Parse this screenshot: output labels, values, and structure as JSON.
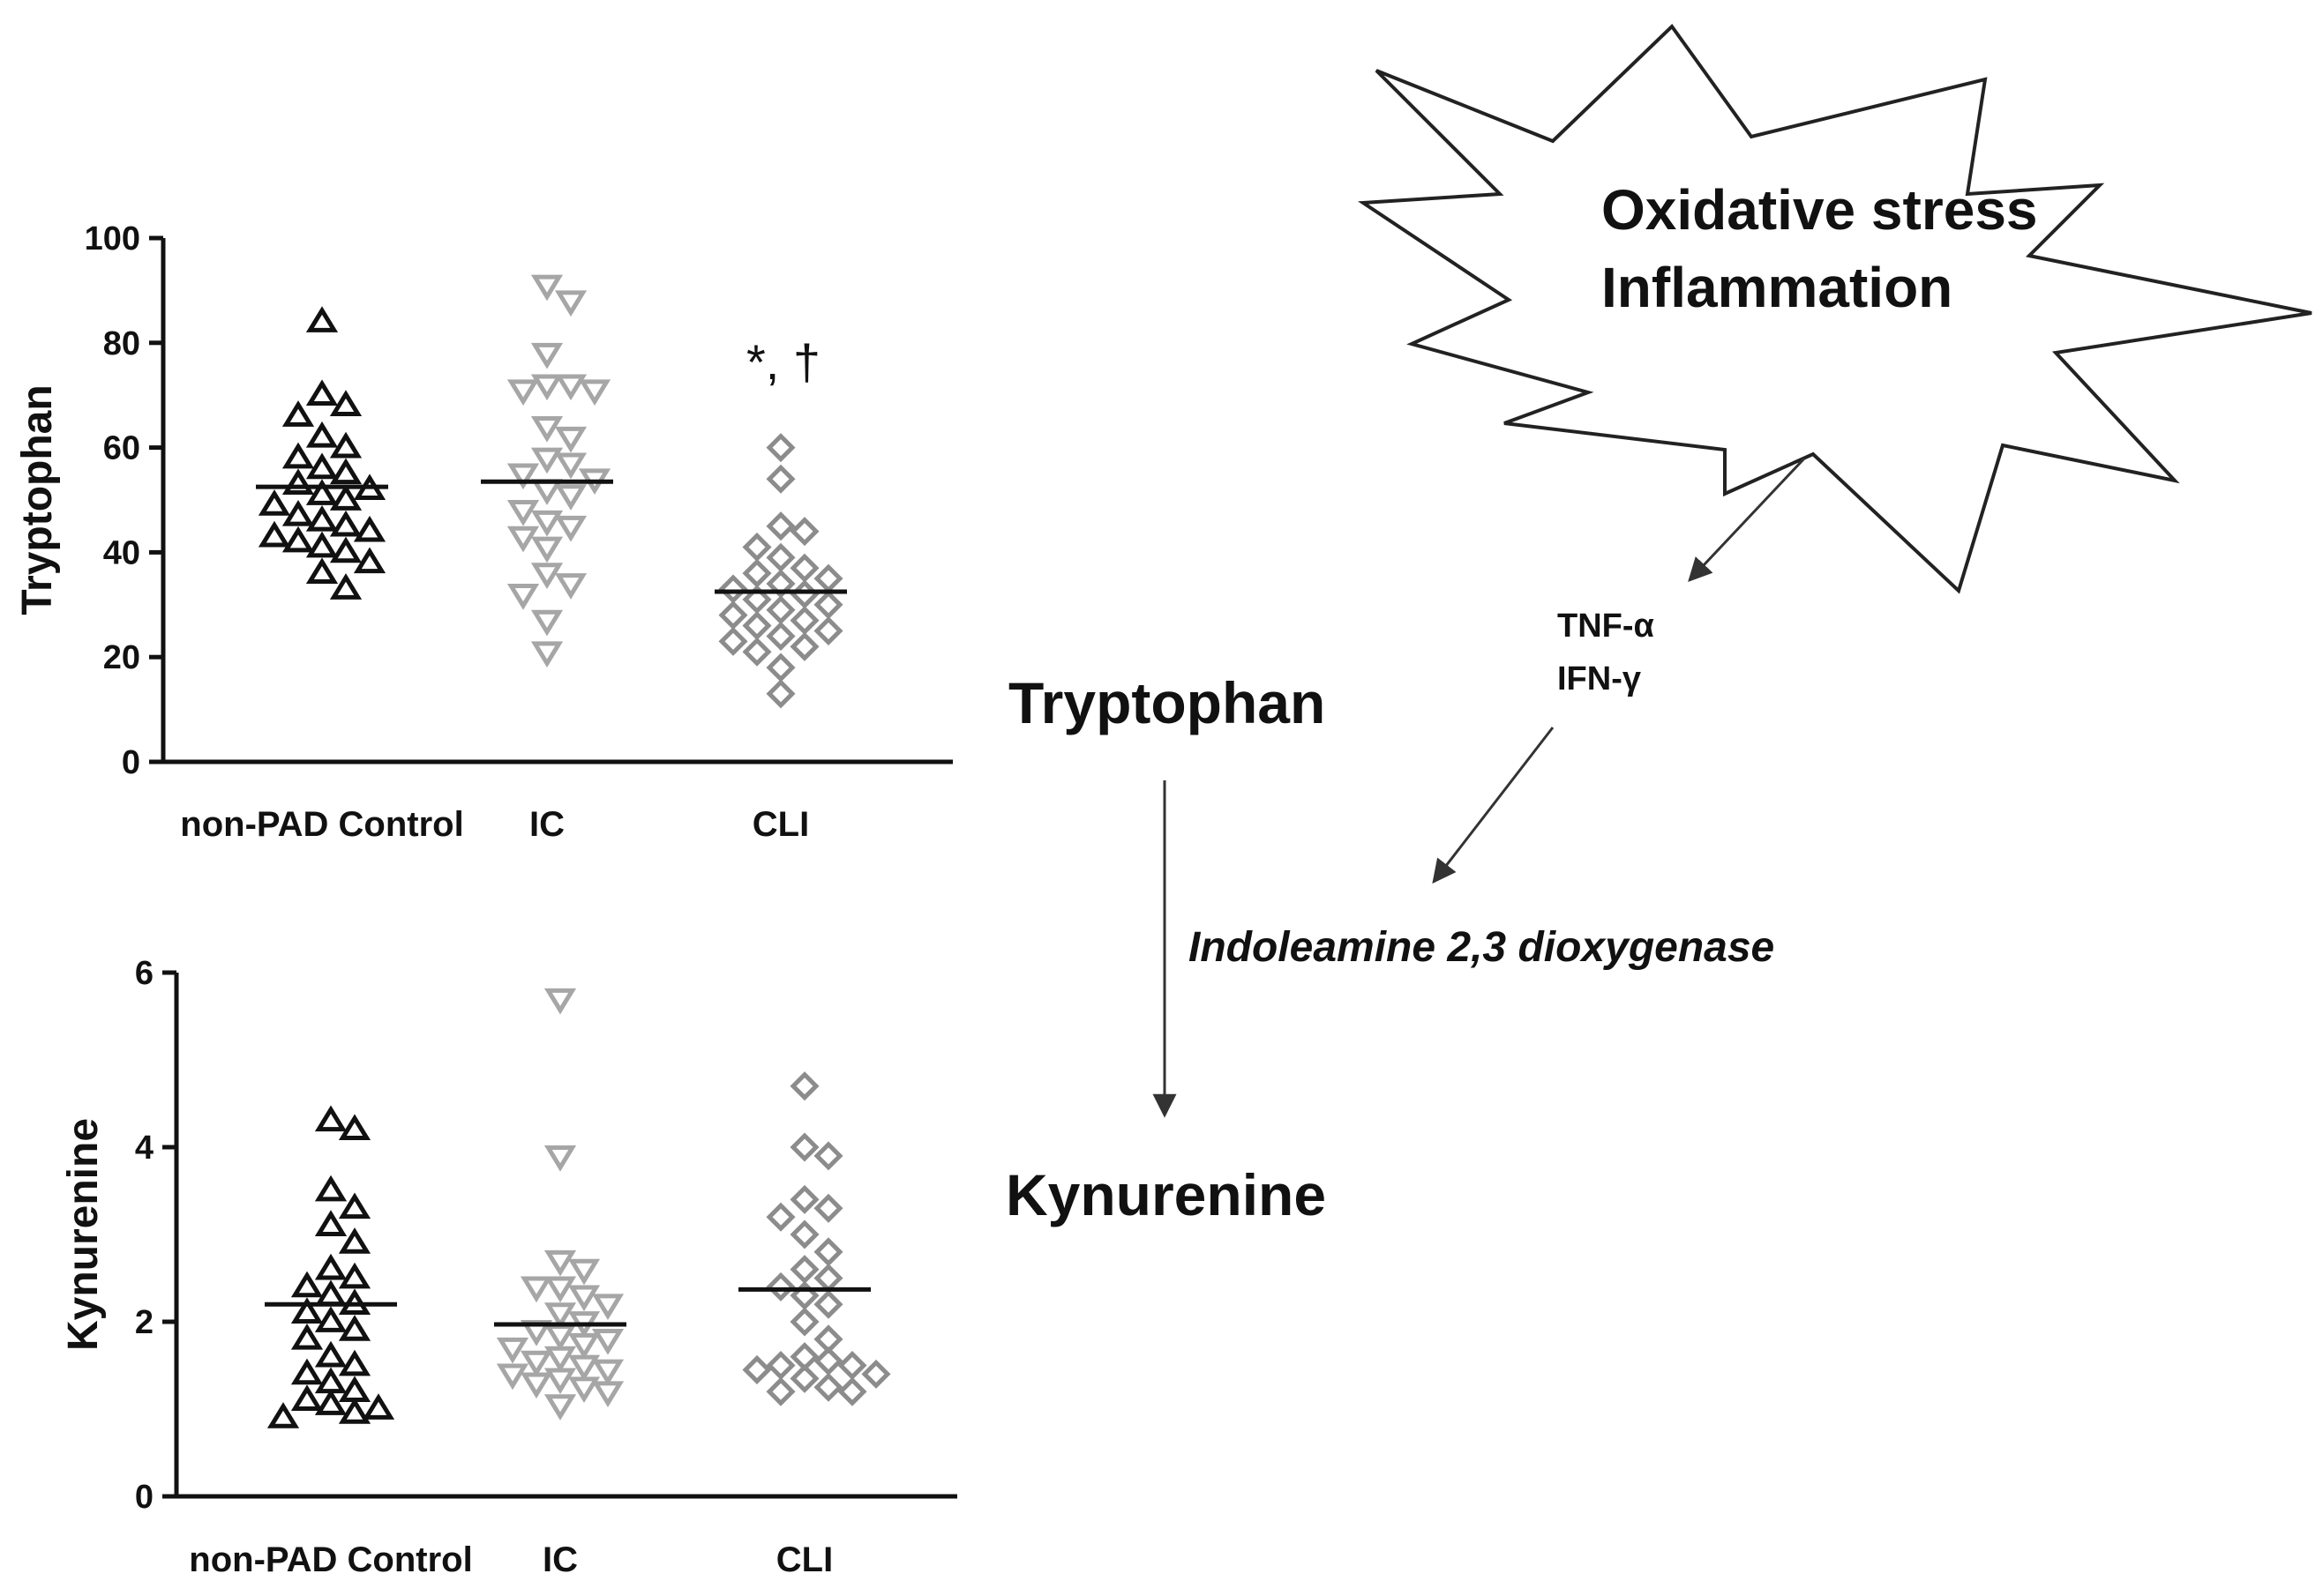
{
  "colors": {
    "control": "#111111",
    "ic": "#a6a6a6",
    "cli": "#8c8c8c",
    "axis": "#111111",
    "mean_line": "#111111"
  },
  "chart_data": [
    {
      "type": "scatter",
      "ylabel": "Tryptophan",
      "ylim": [
        0,
        100
      ],
      "yticks": [
        "0",
        "20",
        "40",
        "60",
        "80",
        "100"
      ],
      "categories": [
        "non-PAD Control",
        "IC",
        "CLI"
      ],
      "annotation": "*, †",
      "annotation_group": "CLI",
      "series": [
        {
          "group": "non-PAD Control",
          "marker": "triangle-up",
          "mean": 52.5,
          "values": [
            84,
            70,
            68,
            66,
            62,
            60,
            58,
            56,
            55,
            53,
            52,
            51,
            50,
            49,
            47,
            46,
            45,
            44,
            43,
            42,
            41,
            40,
            38,
            36,
            33
          ]
        },
        {
          "group": "IC",
          "marker": "triangle-down",
          "mean": 53.5,
          "values": [
            91,
            88,
            78,
            72,
            72,
            71,
            71,
            64,
            62,
            58,
            57,
            55,
            54,
            52,
            51,
            48,
            46,
            45,
            43,
            41,
            36,
            34,
            32,
            27,
            21
          ]
        },
        {
          "group": "CLI",
          "marker": "diamond",
          "mean": 32.5,
          "values": [
            60,
            54,
            45,
            44,
            41,
            39,
            37,
            36,
            35,
            34,
            33,
            32,
            31,
            30,
            29,
            28,
            27,
            26,
            25,
            24,
            23,
            22,
            21,
            18,
            13
          ]
        }
      ]
    },
    {
      "type": "scatter",
      "ylabel": "Kynurenine",
      "ylim": [
        0,
        6
      ],
      "yticks": [
        "0",
        "2",
        "4",
        "6"
      ],
      "categories": [
        "non-PAD Control",
        "IC",
        "CLI"
      ],
      "series": [
        {
          "group": "non-PAD Control",
          "marker": "triangle-up",
          "mean": 2.2,
          "values": [
            4.3,
            4.2,
            3.5,
            3.3,
            3.1,
            2.9,
            2.6,
            2.5,
            2.4,
            2.3,
            2.2,
            2.1,
            2.0,
            1.9,
            1.8,
            1.6,
            1.5,
            1.4,
            1.3,
            1.2,
            1.1,
            1.05,
            1.0,
            0.95,
            0.9
          ]
        },
        {
          "group": "IC",
          "marker": "triangle-down",
          "mean": 1.97,
          "values": [
            5.7,
            3.9,
            2.7,
            2.6,
            2.4,
            2.4,
            2.3,
            2.2,
            2.1,
            2.0,
            1.9,
            1.85,
            1.8,
            1.75,
            1.7,
            1.6,
            1.55,
            1.5,
            1.45,
            1.4,
            1.35,
            1.3,
            1.25,
            1.2,
            1.05
          ]
        },
        {
          "group": "CLI",
          "marker": "diamond",
          "mean": 2.37,
          "values": [
            4.7,
            4.0,
            3.9,
            3.4,
            3.3,
            3.2,
            3.0,
            2.8,
            2.6,
            2.5,
            2.4,
            2.3,
            2.2,
            2.0,
            1.8,
            1.6,
            1.55,
            1.5,
            1.5,
            1.45,
            1.4,
            1.35,
            1.25,
            1.2,
            1.2
          ]
        }
      ]
    }
  ],
  "diagram": {
    "starburst_line1": "Oxidative stress",
    "starburst_line2": "Inflammation",
    "cytokine1": "TNF-α",
    "cytokine2": "IFN-γ",
    "substrate": "Tryptophan",
    "enzyme": "Indoleamine 2,3 dioxygenase",
    "product": "Kynurenine"
  }
}
